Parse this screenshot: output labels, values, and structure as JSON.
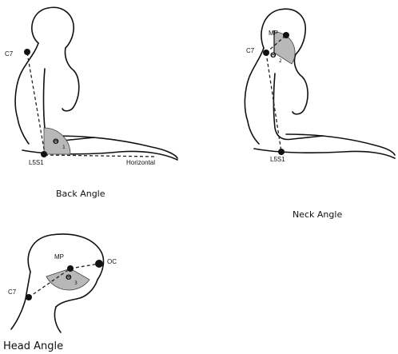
{
  "panels": {
    "back": {
      "caption": "Back Angle",
      "c7": "C7",
      "l5s1": "L5S1",
      "horizontal": "Horizontal",
      "theta": "Θ",
      "theta_sub": "1"
    },
    "neck": {
      "caption": "Neck Angle",
      "c7": "C7",
      "mp": "MP",
      "l5s1": "L5S1",
      "theta": "Θ",
      "theta_sub": "2"
    },
    "head": {
      "caption": "Head Angle",
      "c7": "C7",
      "mp": "MP",
      "oc": "OC",
      "theta": "Θ",
      "theta_sub": "3"
    }
  }
}
